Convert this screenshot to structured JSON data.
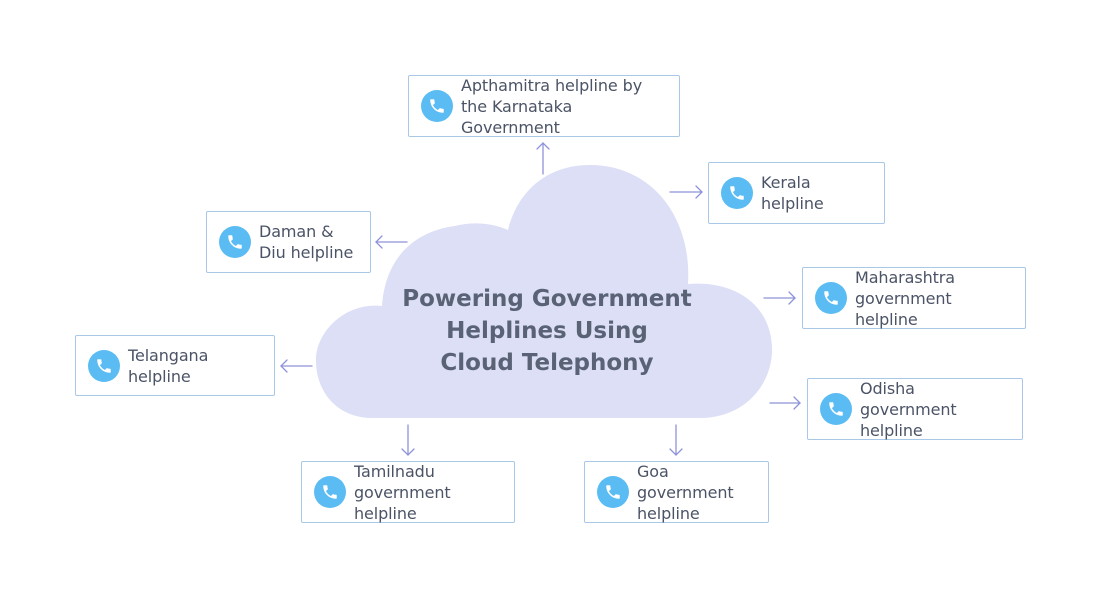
{
  "diagram": {
    "title_lines": [
      "Powering Government",
      "Helplines Using",
      "Cloud Telephony"
    ],
    "nodes": {
      "apthamitra": "Apthamitra helpline by the Karnataka Government",
      "kerala": "Kerala helpline",
      "daman_diu": "Daman & Diu helpline",
      "maharashtra": "Maharashtra government helpline",
      "telangana": "Telangana helpline",
      "odisha": "Odisha government helpline",
      "tamilnadu": "Tamilnadu government helpline",
      "goa": "Goa government helpline"
    },
    "icon": "phone-icon",
    "colors": {
      "cloud": "#dcdff6",
      "title": "#5a6376",
      "node_border": "#a9c7e6",
      "icon_bg": "#5bbcf3",
      "arrow": "#8e92d8",
      "label": "#4b5366"
    }
  }
}
